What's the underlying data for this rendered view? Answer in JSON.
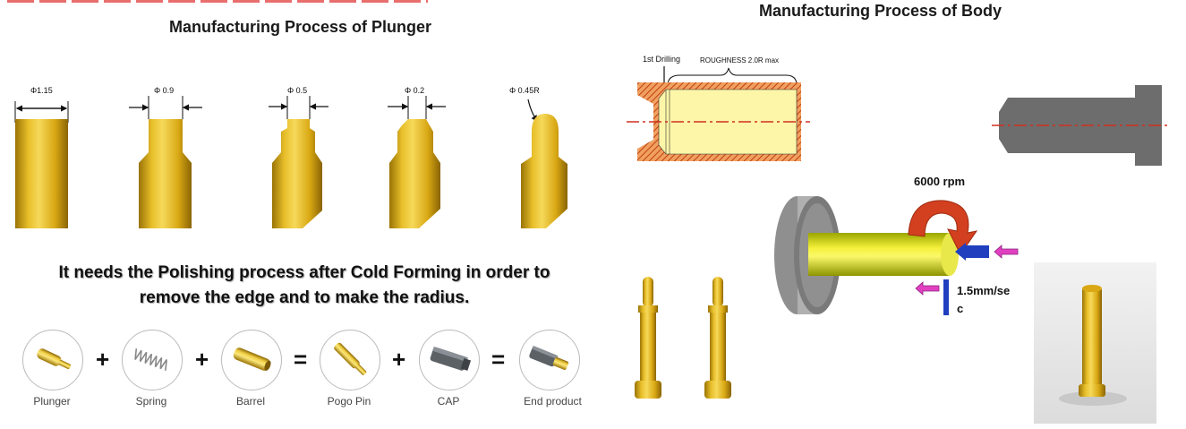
{
  "top_note": "",
  "plunger": {
    "title": "Manufacturing Process of  Plunger",
    "dims": [
      "Φ1.15",
      "Φ 0.9",
      "Φ 0.5",
      "Φ 0.2",
      "Φ 0.45R"
    ],
    "note_line1": "It needs the Polishing process after Cold Forming in order to",
    "note_line2": "remove the edge and to make the radius."
  },
  "assembly": {
    "items": [
      "Plunger",
      "Spring",
      "Barrel",
      "Pogo Pin",
      "CAP",
      "End product"
    ],
    "operators": [
      "+",
      "+",
      "=",
      "+",
      "="
    ]
  },
  "body": {
    "title": "Manufacturing Process of  Body",
    "drilling_label": "1st Drilling",
    "roughness_label": "ROUGHNESS 2.0R max",
    "rpm_label": "6000 rpm",
    "feed_line1": "1.5mm/se",
    "feed_line2": "c"
  },
  "colors": {
    "gold": "#e0b51c",
    "gold_dark": "#9a7406",
    "hatch": "#e07030",
    "centerline": "#d03020",
    "gray_part": "#6a6a6a",
    "arrow_red": "#d24020",
    "arrow_blue": "#1f3fbf",
    "arrow_pink": "#e040c0"
  }
}
